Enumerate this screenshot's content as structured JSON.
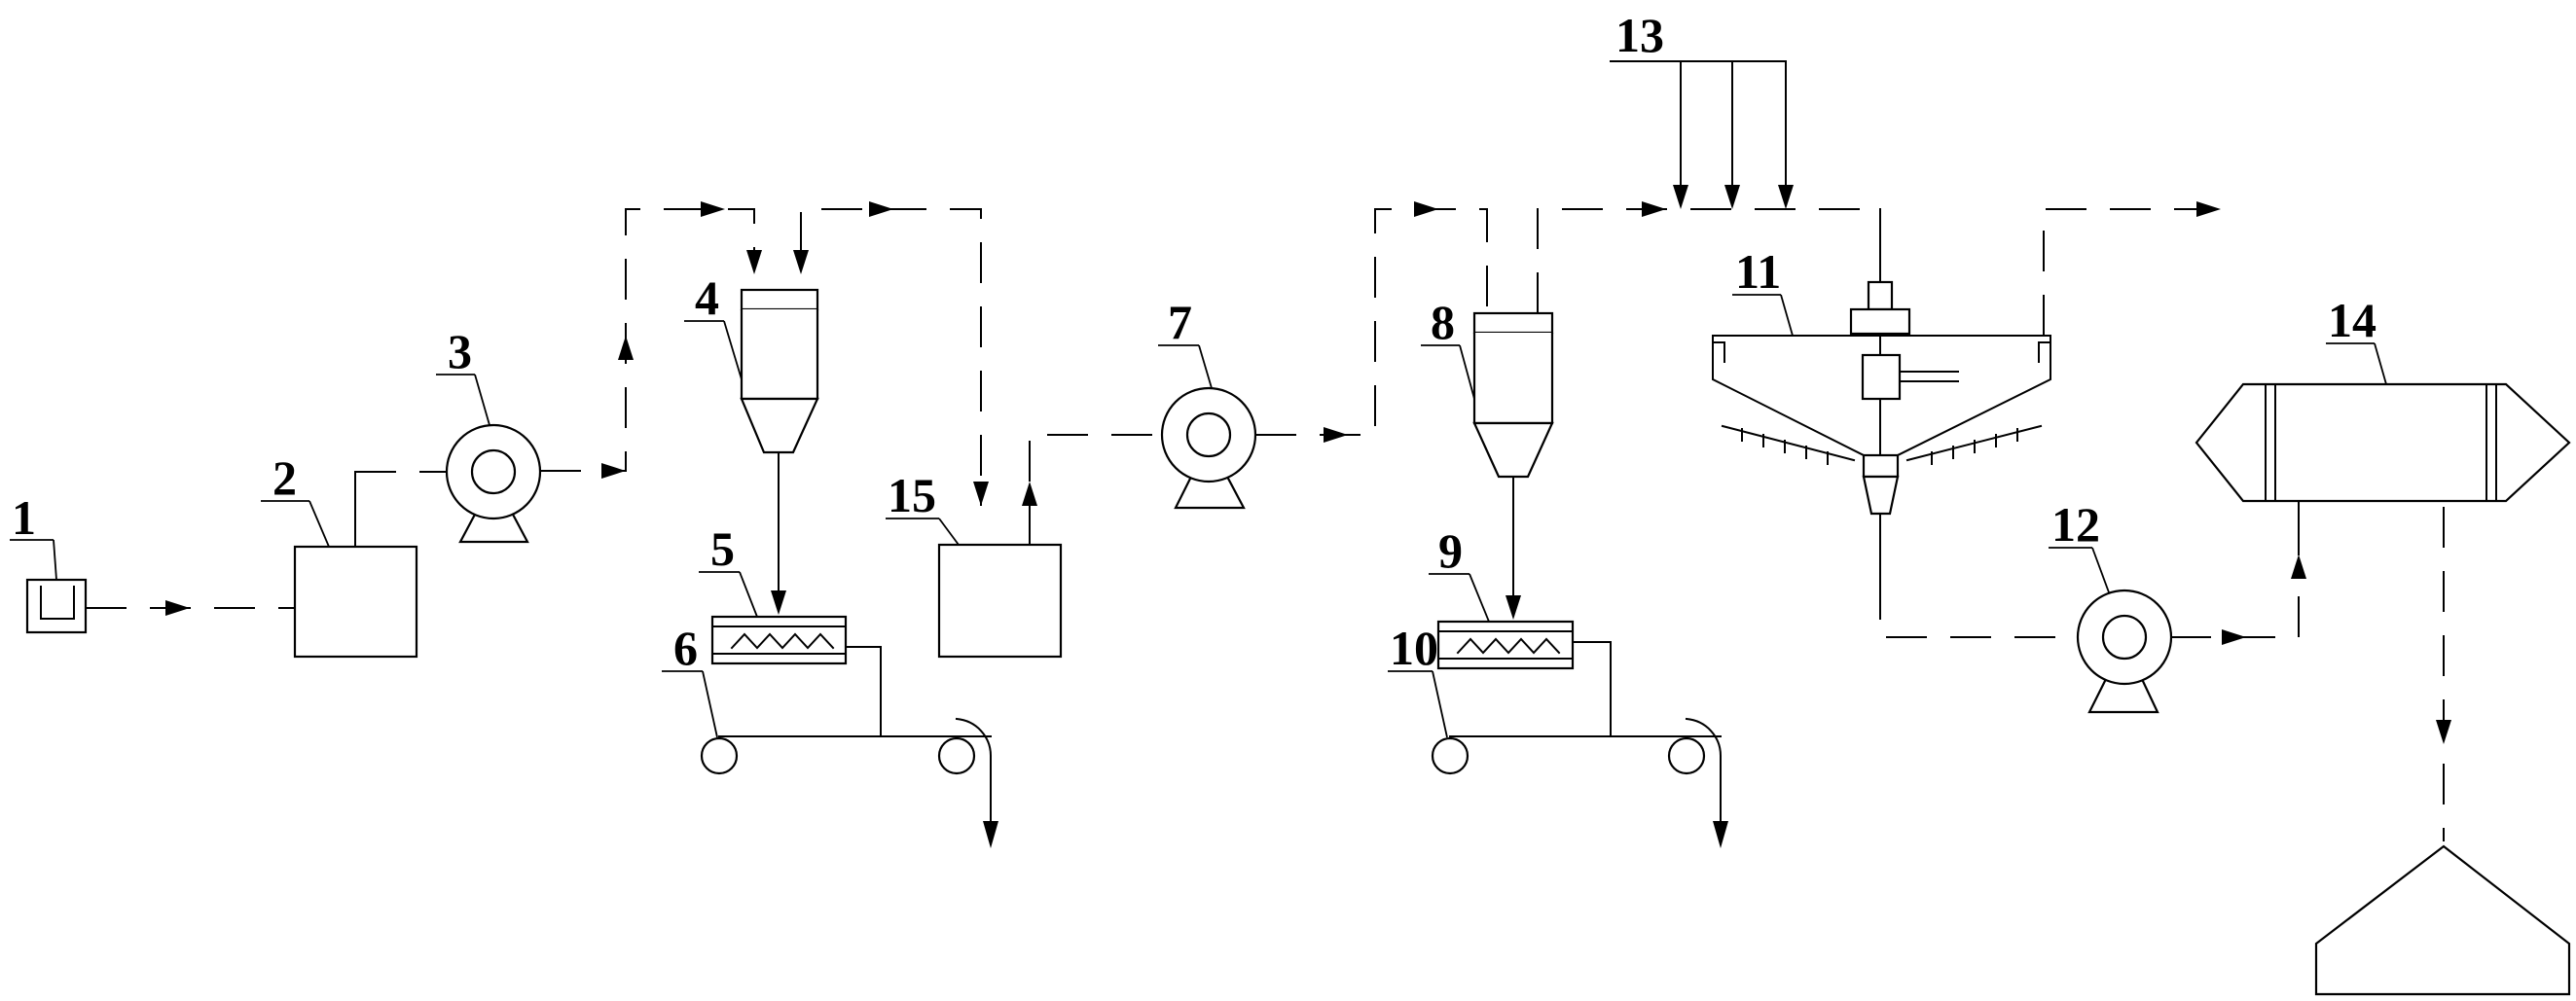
{
  "labels": {
    "n1": "1",
    "n2": "2",
    "n3": "3",
    "n4": "4",
    "n5": "5",
    "n6": "6",
    "n7": "7",
    "n8": "8",
    "n9": "9",
    "n10": "10",
    "n11": "11",
    "n12": "12",
    "n13": "13",
    "n14": "14",
    "n15": "15"
  }
}
